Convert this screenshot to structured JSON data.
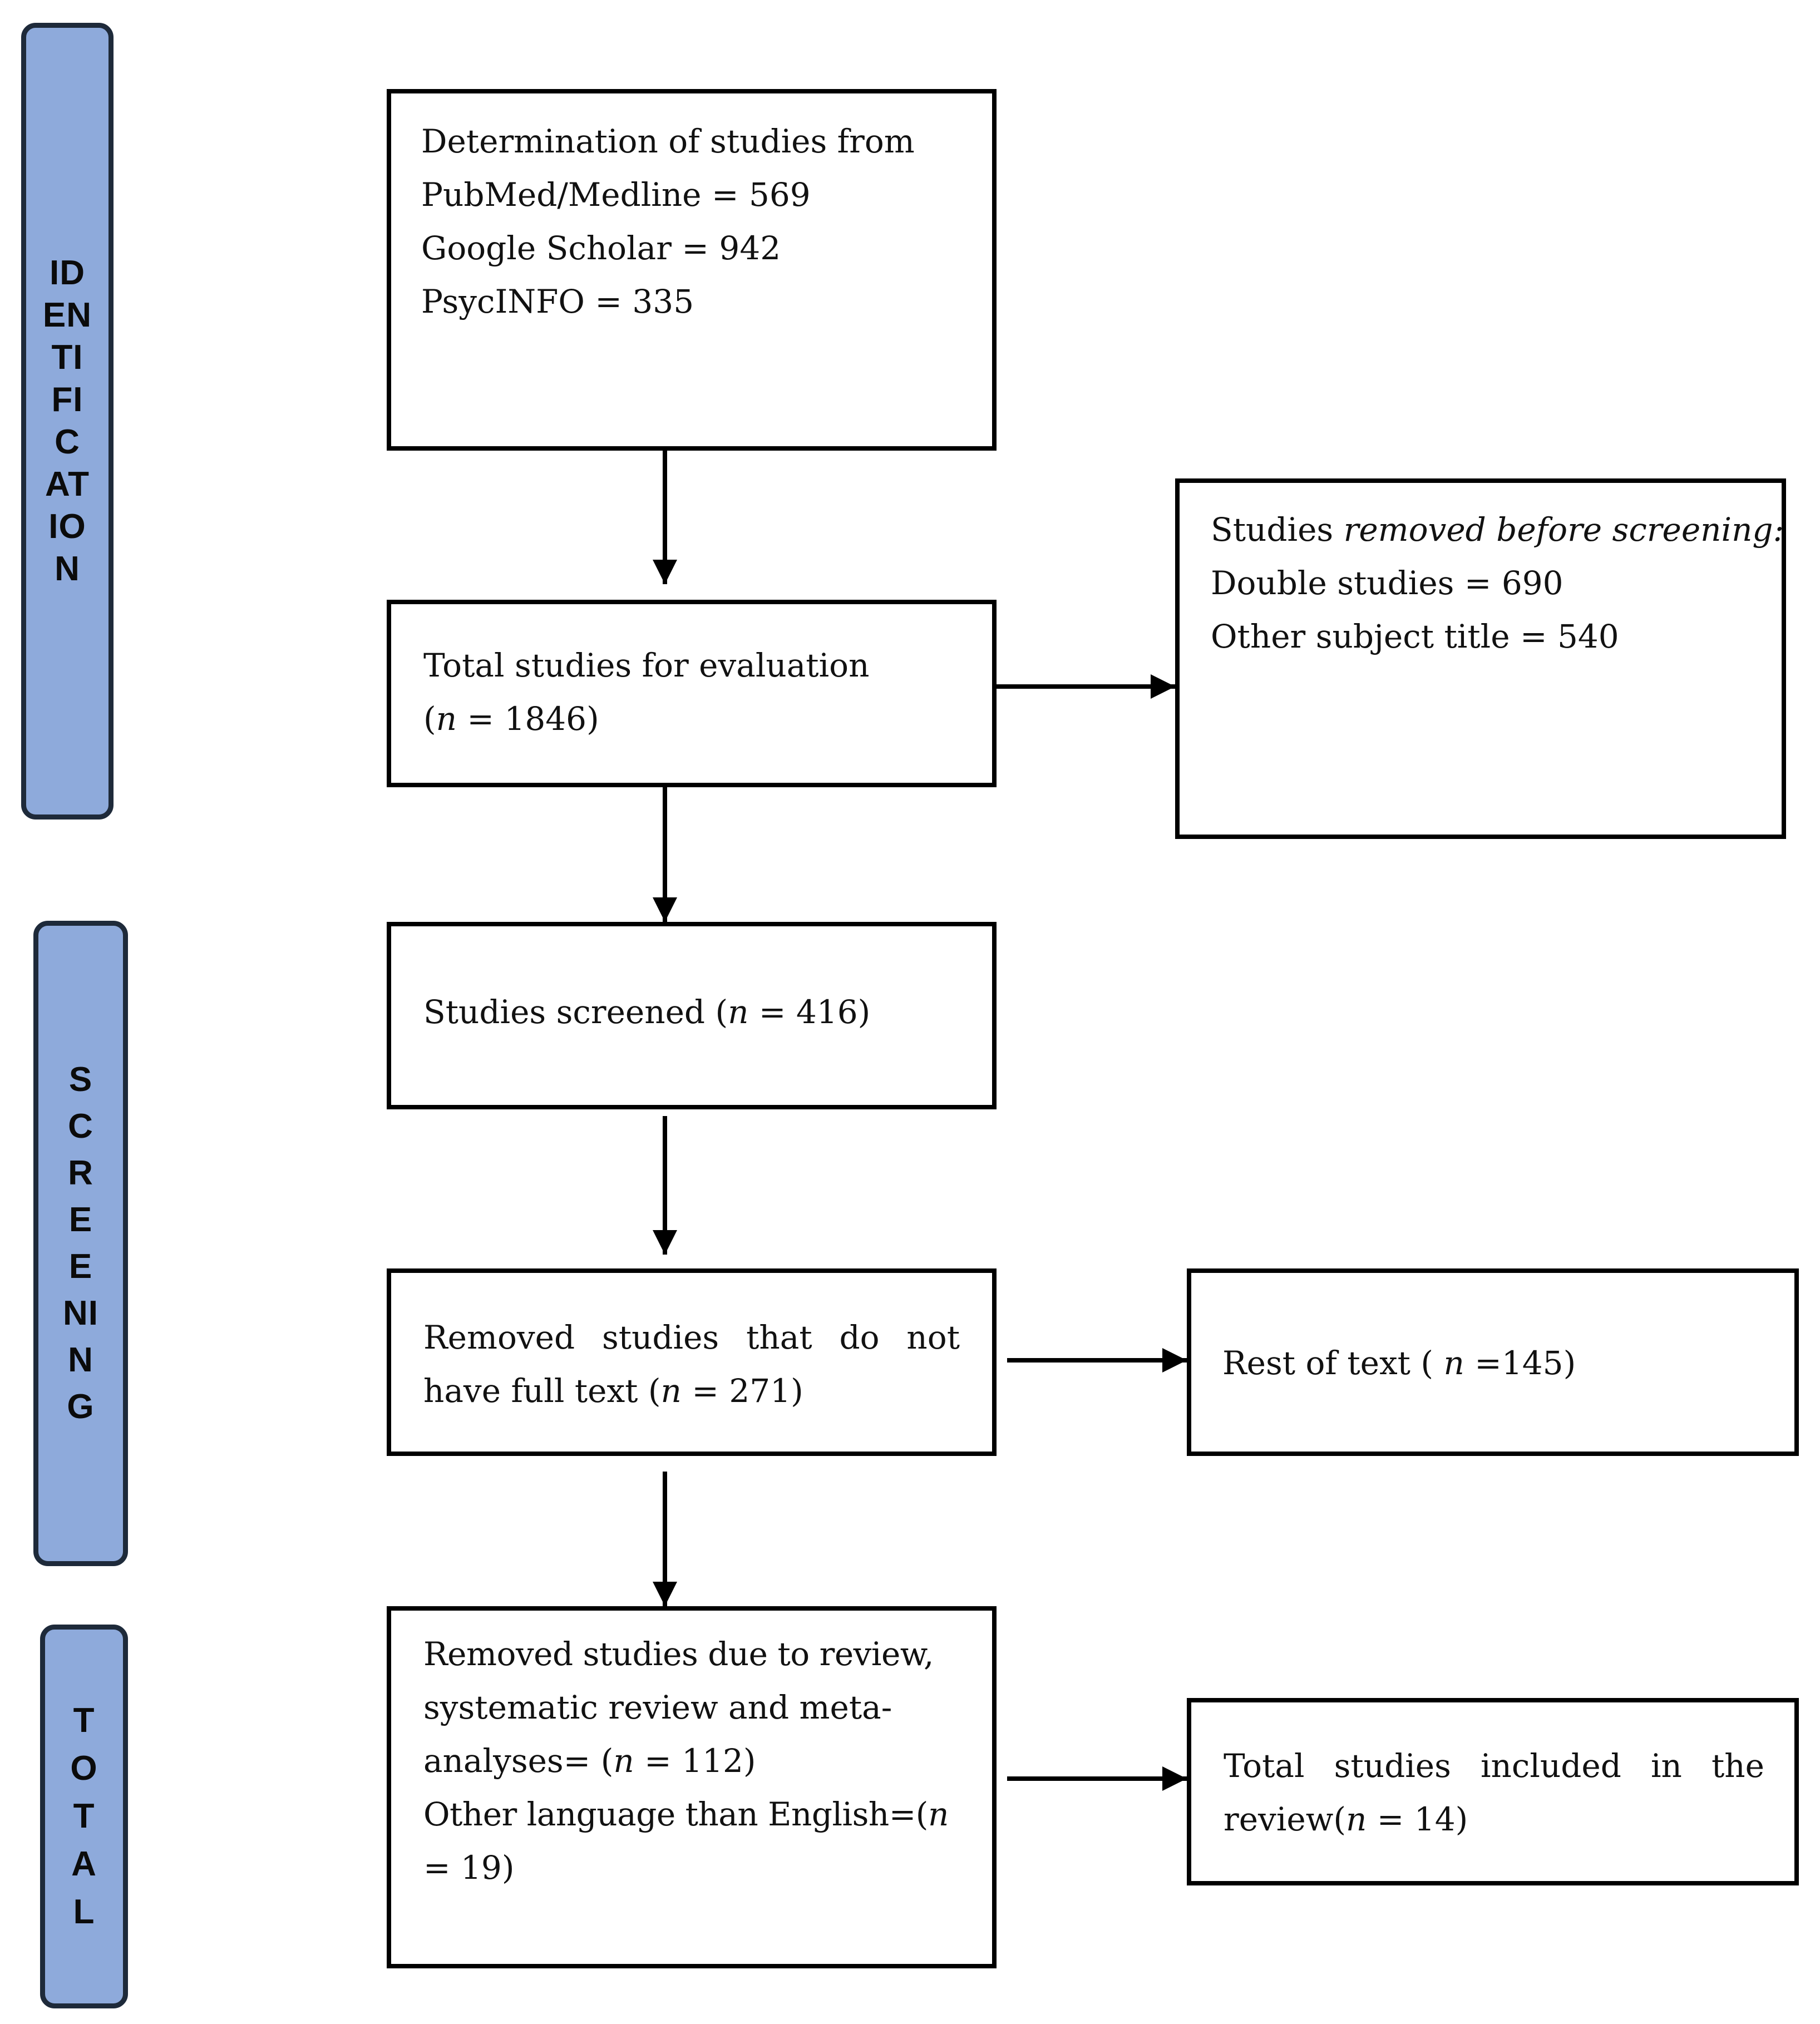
{
  "phases": {
    "identification": [
      "ID",
      "EN",
      "TI",
      "FI",
      "C",
      "AT",
      "IO",
      "N"
    ],
    "screening": [
      "S",
      "C",
      "R",
      "E",
      "E",
      "NI",
      "N",
      "G"
    ],
    "total": [
      "T",
      "O",
      "T",
      "A",
      "L"
    ]
  },
  "boxes": {
    "sources": {
      "line1": "Determination of studies from",
      "line2": "PubMed/Medline = 569",
      "line3": "Google Scholar = 942",
      "line4": "PsycINFO = 335"
    },
    "evaluation": {
      "line1": "Total studies for evaluation",
      "line2_open": "(",
      "n": "n",
      "line2_rest": " = 1846)"
    },
    "removed_before": {
      "studies": "Studies ",
      "removed_italic": "removed before screening:",
      "double": "Double studies = 690",
      "other_subject": "Other subject title = 540"
    },
    "screened": {
      "prefix": "Studies screened (",
      "n": "n",
      "suffix": " = 416)"
    },
    "full_text": {
      "line1": "Removed studies that do not",
      "line2_prefix": "have full text (",
      "n": "n",
      "line2_suffix": " = 271)"
    },
    "rest": {
      "prefix": "Rest of text ( ",
      "n": "n",
      "suffix": " =145)"
    },
    "reviews": {
      "line1": "Removed studies due to review,",
      "line2": "systematic review and meta-",
      "line3_prefix": "analyses= (",
      "line3_n": "n",
      "line3_suffix": " = 112)",
      "line4_prefix": "Other language than English=(",
      "line4_n": "n",
      "line5": "= 19)"
    },
    "included": {
      "line1": "Total studies included in the",
      "line2_prefix": "review(",
      "n": "n",
      "line2_suffix": " = 14)"
    }
  }
}
